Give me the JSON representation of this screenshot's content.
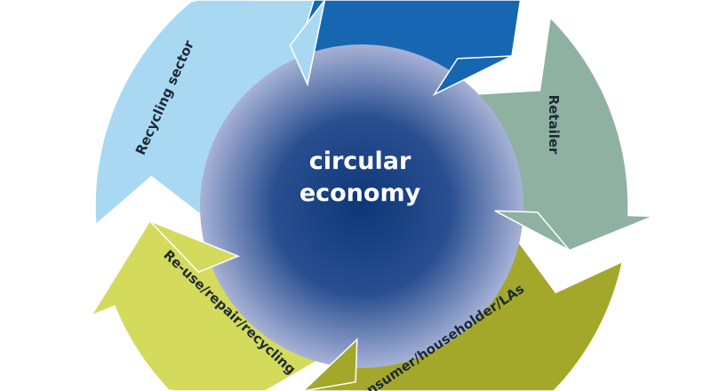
{
  "center": {
    "line1": "circular",
    "line2": "economy"
  },
  "segments": [
    {
      "id": "recycling-sector",
      "label": "Recycling sector",
      "color": "#a9d9f2"
    },
    {
      "id": "reuse",
      "label": "Re-use/repair/recycling",
      "color": "#d4da5c"
    },
    {
      "id": "consumer",
      "label": "Consumer/householder/LAs",
      "color": "#a4a82a"
    },
    {
      "id": "retailer",
      "label": "Retailer",
      "color": "#8fb1a2"
    },
    {
      "id": "top",
      "label": "",
      "color": "#1666b2"
    }
  ],
  "colors": {
    "circle_center": "#0c3778",
    "circle_edge": "#a7b2d6"
  }
}
